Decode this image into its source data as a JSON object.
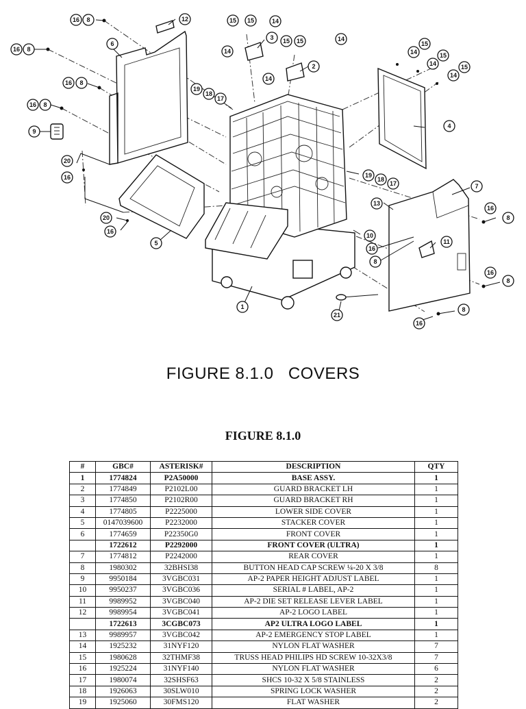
{
  "diagram": {
    "callouts": [
      "1",
      "2",
      "3",
      "4",
      "5",
      "6",
      "7",
      "8",
      "9",
      "10",
      "11",
      "12",
      "13",
      "14",
      "15",
      "16",
      "17",
      "18",
      "19",
      "20",
      "21"
    ]
  },
  "figure_caption": "FIGURE 8.1.0   COVERS",
  "table_heading": "FIGURE 8.1.0",
  "table": {
    "headers": [
      "#",
      "GBC#",
      "ASTERISK#",
      "DESCRIPTION",
      "QTY"
    ],
    "rows": [
      {
        "num": "1",
        "gbc": "1774824",
        "asterisk": "P2A50000",
        "description": "BASE ASSY.",
        "qty": "1",
        "bold": true
      },
      {
        "num": "2",
        "gbc": "1774849",
        "asterisk": "P2102L00",
        "description": "GUARD BRACKET LH",
        "qty": "1",
        "bold": false
      },
      {
        "num": "3",
        "gbc": "1774850",
        "asterisk": "P2102R00",
        "description": "GUARD BRACKET RH",
        "qty": "1",
        "bold": false
      },
      {
        "num": "4",
        "gbc": "1774805",
        "asterisk": "P2225000",
        "description": "LOWER SIDE COVER",
        "qty": "1",
        "bold": false
      },
      {
        "num": "5",
        "gbc": "0147039600",
        "asterisk": "P2232000",
        "description": "STACKER COVER",
        "qty": "1",
        "bold": false
      },
      {
        "num": "6",
        "gbc": "1774659",
        "asterisk": "P22350G0",
        "description": "FRONT COVER",
        "qty": "1",
        "bold": false
      },
      {
        "num": "",
        "gbc": "1722612",
        "asterisk": "P2292000",
        "description": "FRONT COVER (ULTRA)",
        "qty": "1",
        "bold": true
      },
      {
        "num": "7",
        "gbc": "1774812",
        "asterisk": "P2242000",
        "description": "REAR COVER",
        "qty": "1",
        "bold": false
      },
      {
        "num": "8",
        "gbc": "1980302",
        "asterisk": "32BHSI38",
        "description": "BUTTON HEAD CAP SCREW ¼-20 X 3/8",
        "qty": "8",
        "bold": false
      },
      {
        "num": "9",
        "gbc": "9950184",
        "asterisk": "3VGBC031",
        "description": "AP-2 PAPER HEIGHT ADJUST LABEL",
        "qty": "1",
        "bold": false
      },
      {
        "num": "10",
        "gbc": "9950237",
        "asterisk": "3VGBC036",
        "description": "SERIAL # LABEL, AP-2",
        "qty": "1",
        "bold": false
      },
      {
        "num": "11",
        "gbc": "9989952",
        "asterisk": "3VGBC040",
        "description": "AP-2 DIE SET RELEASE LEVER LABEL",
        "qty": "1",
        "bold": false
      },
      {
        "num": "12",
        "gbc": "9989954",
        "asterisk": "3VGBC041",
        "description": "AP-2 LOGO LABEL",
        "qty": "1",
        "bold": false
      },
      {
        "num": "",
        "gbc": "1722613",
        "asterisk": "3CGBC073",
        "description": "AP2 ULTRA LOGO LABEL",
        "qty": "1",
        "bold": true
      },
      {
        "num": "13",
        "gbc": "9989957",
        "asterisk": "3VGBC042",
        "description": "AP-2 EMERGENCY STOP LABEL",
        "qty": "1",
        "bold": false
      },
      {
        "num": "14",
        "gbc": "1925232",
        "asterisk": "31NYF120",
        "description": "NYLON FLAT WASHER",
        "qty": "7",
        "bold": false
      },
      {
        "num": "15",
        "gbc": "1980628",
        "asterisk": "32THMF38",
        "description": "TRUSS HEAD PHILIPS HD SCREW 10-32X3/8",
        "qty": "7",
        "bold": false
      },
      {
        "num": "16",
        "gbc": "1925224",
        "asterisk": "31NYF140",
        "description": "NYLON FLAT WASHER",
        "qty": "6",
        "bold": false
      },
      {
        "num": "17",
        "gbc": "1980074",
        "asterisk": "32SHSF63",
        "description": "SHCS 10-32 X 5/8 STAINLESS",
        "qty": "2",
        "bold": false
      },
      {
        "num": "18",
        "gbc": "1926063",
        "asterisk": "30SLW010",
        "description": "SPRING LOCK WASHER",
        "qty": "2",
        "bold": false
      },
      {
        "num": "19",
        "gbc": "1925060",
        "asterisk": "30FMS120",
        "description": "FLAT WASHER",
        "qty": "2",
        "bold": false
      }
    ]
  }
}
